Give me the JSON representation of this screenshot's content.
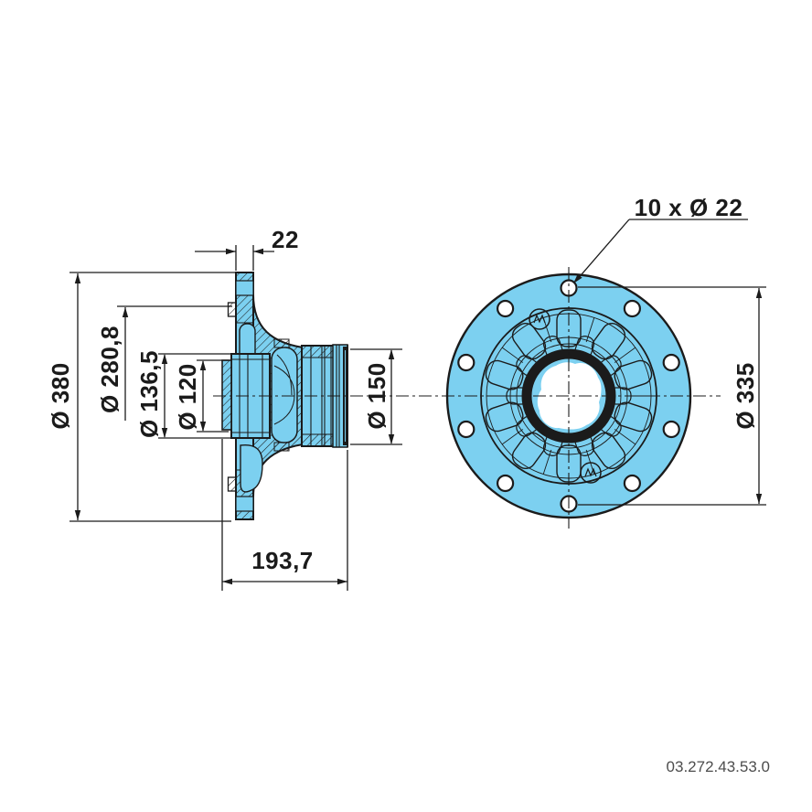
{
  "part_number": "03.272.43.53.0",
  "colors": {
    "component_fill": "#7CD0F0",
    "line": "#1B1B1B",
    "part_number": "#4D4D4D",
    "background": "#FFFFFF"
  },
  "section_view": {
    "flange_width": "22",
    "flange_outer_diameter": "Ø 380",
    "pilot_diameter": "Ø 280,8",
    "seal_seat_diameter": "Ø 136,5",
    "inner_diameter": "Ø 120",
    "barrel_diameter": "Ø 150",
    "overall_length": "193,7"
  },
  "front_view": {
    "bolt_holes": "10 x Ø 22",
    "bolt_circle_diameter": "Ø 335"
  }
}
